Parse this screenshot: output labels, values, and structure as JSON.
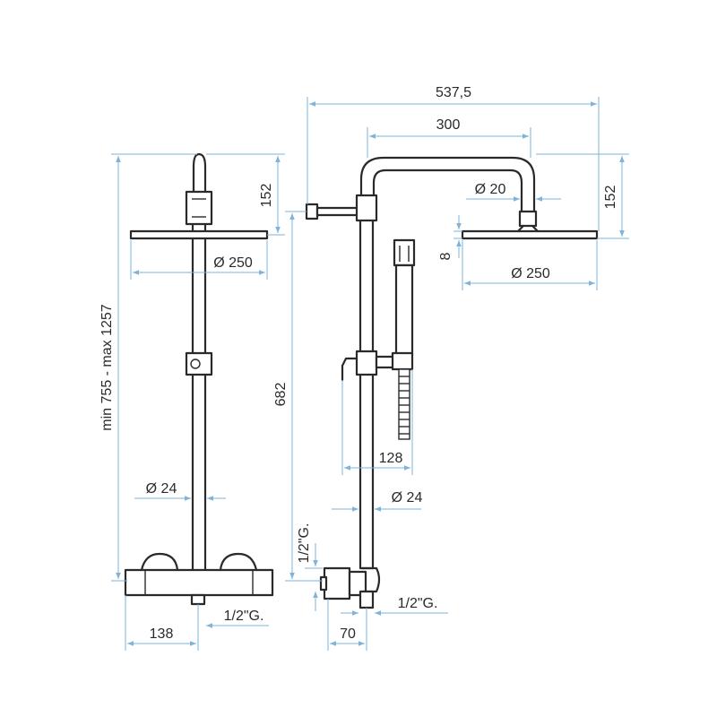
{
  "colors": {
    "drawing": "#2a2a2a",
    "dimension_lines": "#7fb3d8",
    "background": "#ffffff"
  },
  "left_view": {
    "overall_height": "min 755 - max 1257",
    "head_drop": "152",
    "head_diameter": "Ø 250",
    "pipe_diameter": "Ø 24",
    "valve_offset": "138",
    "thread": "1/2\"G."
  },
  "right_view": {
    "overall_width": "537,5",
    "arm_width": "300",
    "arm_diameter": "Ø 20",
    "head_drop": "152",
    "head_thickness": "8",
    "head_diameter": "Ø 250",
    "column_height": "682",
    "hand_shower_offset": "128",
    "pipe_diameter": "Ø 24",
    "thread_left": "1/2\"G.",
    "thread_right": "1/2\"G.",
    "inlet_offset": "70"
  }
}
